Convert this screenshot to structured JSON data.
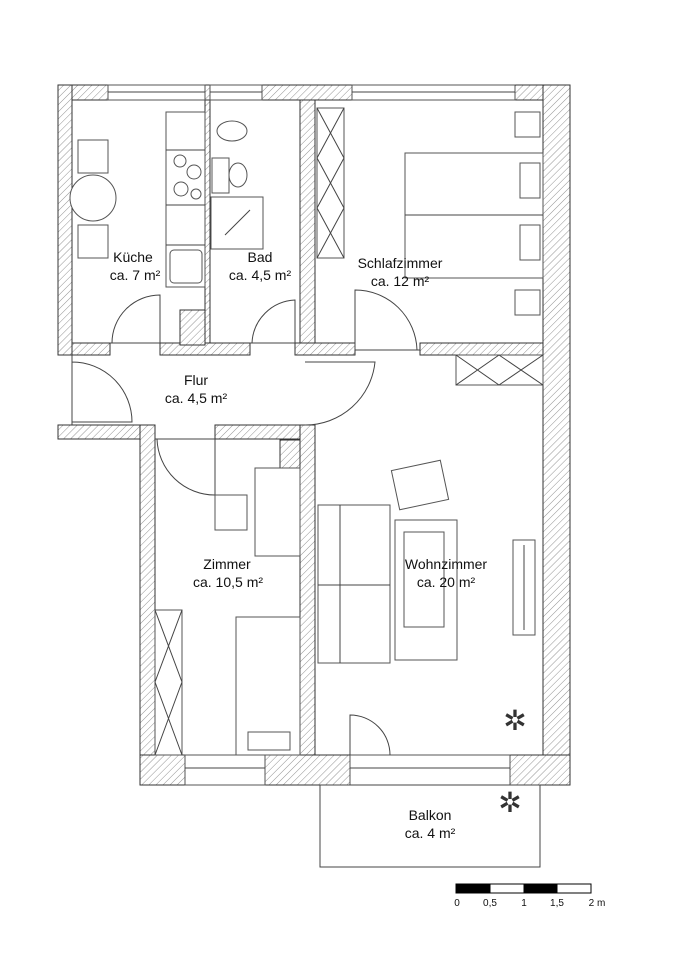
{
  "rooms": [
    {
      "name": "Küche",
      "area": "ca. 7 m²"
    },
    {
      "name": "Bad",
      "area": "ca. 4,5 m²"
    },
    {
      "name": "Schlafzimmer",
      "area": "ca. 12 m²"
    },
    {
      "name": "Flur",
      "area": "ca. 4,5 m²"
    },
    {
      "name": "Zimmer",
      "area": "ca. 10,5 m²"
    },
    {
      "name": "Wohnzimmer",
      "area": "ca. 20 m²"
    },
    {
      "name": "Balkon",
      "area": "ca. 4 m²"
    }
  ],
  "scale_bar": {
    "ticks": [
      "0",
      "0,5",
      "1",
      "1,5",
      "2 m"
    ]
  }
}
